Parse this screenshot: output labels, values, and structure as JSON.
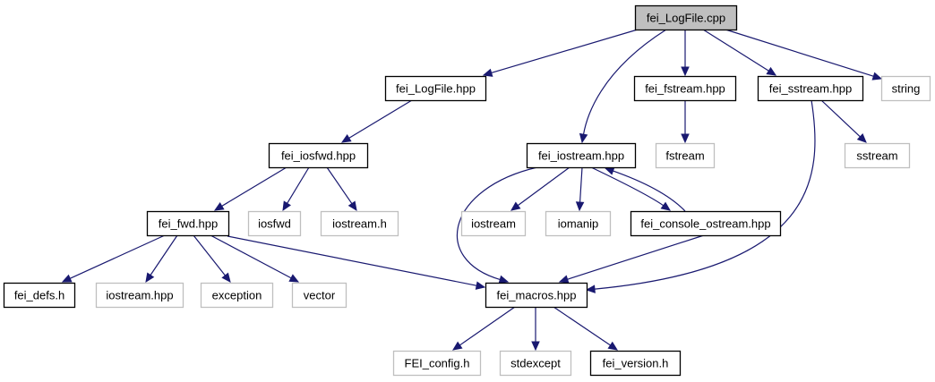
{
  "graph": {
    "colors": {
      "edge": "#191970",
      "root_fill": "#bfbfbf",
      "internal_border": "#000000",
      "external_border": "#bfbfbf",
      "node_fill": "#ffffff"
    },
    "nodes": [
      {
        "id": "fei_logfile_cpp",
        "label": "fei_LogFile.cpp",
        "kind": "root"
      },
      {
        "id": "fei_logfile_hpp",
        "label": "fei_LogFile.hpp",
        "kind": "internal"
      },
      {
        "id": "fei_fstream_hpp",
        "label": "fei_fstream.hpp",
        "kind": "internal"
      },
      {
        "id": "fei_sstream_hpp",
        "label": "fei_sstream.hpp",
        "kind": "internal"
      },
      {
        "id": "string",
        "label": "string",
        "kind": "external"
      },
      {
        "id": "fei_iosfwd_hpp",
        "label": "fei_iosfwd.hpp",
        "kind": "internal"
      },
      {
        "id": "fei_iostream_hpp",
        "label": "fei_iostream.hpp",
        "kind": "internal"
      },
      {
        "id": "fstream",
        "label": "fstream",
        "kind": "external"
      },
      {
        "id": "sstream",
        "label": "sstream",
        "kind": "external"
      },
      {
        "id": "fei_fwd_hpp",
        "label": "fei_fwd.hpp",
        "kind": "internal"
      },
      {
        "id": "iosfwd",
        "label": "iosfwd",
        "kind": "external"
      },
      {
        "id": "iostream_h",
        "label": "iostream.h",
        "kind": "external"
      },
      {
        "id": "iostream",
        "label": "iostream",
        "kind": "external"
      },
      {
        "id": "iomanip",
        "label": "iomanip",
        "kind": "external"
      },
      {
        "id": "fei_console_ostream_hpp",
        "label": "fei_console_ostream.hpp",
        "kind": "internal"
      },
      {
        "id": "fei_defs_h",
        "label": "fei_defs.h",
        "kind": "internal"
      },
      {
        "id": "iostream_hpp",
        "label": "iostream.hpp",
        "kind": "external"
      },
      {
        "id": "exception",
        "label": "exception",
        "kind": "external"
      },
      {
        "id": "vector",
        "label": "vector",
        "kind": "external"
      },
      {
        "id": "fei_macros_hpp",
        "label": "fei_macros.hpp",
        "kind": "internal"
      },
      {
        "id": "fei_config_h",
        "label": "FEI_config.h",
        "kind": "external"
      },
      {
        "id": "stdexcept",
        "label": "stdexcept",
        "kind": "external"
      },
      {
        "id": "fei_version_h",
        "label": "fei_version.h",
        "kind": "internal"
      }
    ],
    "edges": [
      {
        "from": "fei_logfile_cpp",
        "to": "fei_logfile_hpp"
      },
      {
        "from": "fei_logfile_cpp",
        "to": "fei_iostream_hpp"
      },
      {
        "from": "fei_logfile_cpp",
        "to": "fei_fstream_hpp"
      },
      {
        "from": "fei_logfile_cpp",
        "to": "fei_sstream_hpp"
      },
      {
        "from": "fei_logfile_cpp",
        "to": "string"
      },
      {
        "from": "fei_logfile_hpp",
        "to": "fei_iosfwd_hpp"
      },
      {
        "from": "fei_iosfwd_hpp",
        "to": "fei_fwd_hpp"
      },
      {
        "from": "fei_iosfwd_hpp",
        "to": "iosfwd"
      },
      {
        "from": "fei_iosfwd_hpp",
        "to": "iostream_h"
      },
      {
        "from": "fei_fwd_hpp",
        "to": "fei_defs_h"
      },
      {
        "from": "fei_fwd_hpp",
        "to": "iostream_hpp"
      },
      {
        "from": "fei_fwd_hpp",
        "to": "exception"
      },
      {
        "from": "fei_fwd_hpp",
        "to": "vector"
      },
      {
        "from": "fei_fwd_hpp",
        "to": "fei_macros_hpp"
      },
      {
        "from": "fei_fstream_hpp",
        "to": "fstream"
      },
      {
        "from": "fei_sstream_hpp",
        "to": "sstream"
      },
      {
        "from": "fei_sstream_hpp",
        "to": "fei_macros_hpp"
      },
      {
        "from": "fei_iostream_hpp",
        "to": "fei_macros_hpp"
      },
      {
        "from": "fei_iostream_hpp",
        "to": "iostream"
      },
      {
        "from": "fei_iostream_hpp",
        "to": "iomanip"
      },
      {
        "from": "fei_iostream_hpp",
        "to": "fei_console_ostream_hpp"
      },
      {
        "from": "fei_console_ostream_hpp",
        "to": "fei_iostream_hpp"
      },
      {
        "from": "fei_console_ostream_hpp",
        "to": "fei_macros_hpp"
      },
      {
        "from": "fei_macros_hpp",
        "to": "fei_config_h"
      },
      {
        "from": "fei_macros_hpp",
        "to": "stdexcept"
      },
      {
        "from": "fei_macros_hpp",
        "to": "fei_version_h"
      }
    ]
  }
}
